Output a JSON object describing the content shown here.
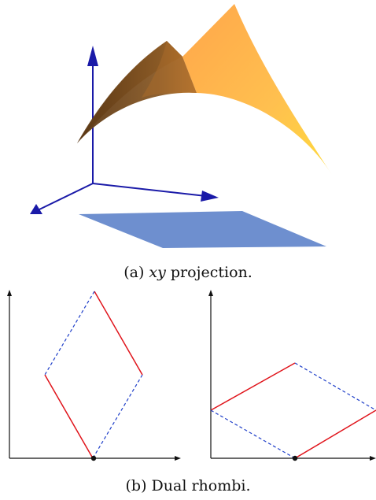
{
  "figure": {
    "caption_a": {
      "prefix": "(a) ",
      "math": "xy",
      "suffix": " projection."
    },
    "caption_b": {
      "text": "(b) Dual rhombi."
    }
  },
  "colors": {
    "axis_3d": "#1a1aa8",
    "surface_light": "#ffb347",
    "surface_mid": "#f39a2b",
    "surface_dark": "#6b4320",
    "projection_plane": "#6e8fcf",
    "solid_edge": "#e0141b",
    "dashed_edge": "#1f3fc9",
    "axis_2d": "#111111"
  }
}
